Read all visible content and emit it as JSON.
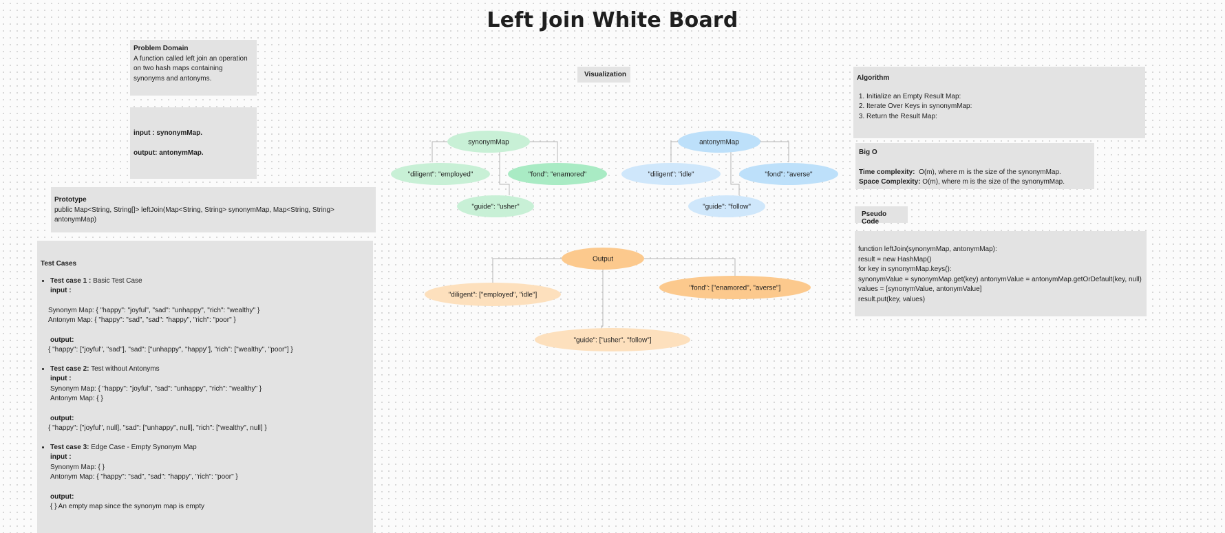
{
  "page_title": "Left Join White Board",
  "problem_domain": {
    "heading": "Problem Domain",
    "lines": [
      "A function called left join an operation",
      "on two hash maps containing",
      "synonyms and antonyms."
    ]
  },
  "io": {
    "input": "input : synonymMap.",
    "output": "output: antonymMap."
  },
  "prototype": {
    "heading": "Prototype",
    "line1": "public Map<String, String[]> leftJoin(Map<String, String> synonymMap, Map<String, String>",
    "line2": "antonymMap)"
  },
  "test_cases": {
    "heading": "Test Cases",
    "cases": [
      {
        "label": "Test case 1 :",
        "name": "Basic Test Case",
        "input_label": "input :",
        "lines": [
          "Synonym Map: { \"happy\": \"joyful\", \"sad\": \"unhappy\", \"rich\": \"wealthy\" }",
          "Antonym Map: { \"happy\": \"sad\", \"sad\": \"happy\", \"rich\": \"poor\" }"
        ],
        "output_label": "output:",
        "output": "{ \"happy\": [\"joyful\", \"sad\"], \"sad\": [\"unhappy\", \"happy\"], \"rich\": [\"wealthy\", \"poor\"] }"
      },
      {
        "label": "Test case 2:",
        "name": "Test without Antonyms",
        "input_label": "input :",
        "lines": [
          "Synonym Map: { \"happy\": \"joyful\", \"sad\": \"unhappy\", \"rich\": \"wealthy\" }",
          "Antonym Map: { }"
        ],
        "output_label": "output:",
        "output": "{ \"happy\": [\"joyful\", null], \"sad\": [\"unhappy\", null], \"rich\": [\"wealthy\", null] }"
      },
      {
        "label": "Test case 3:",
        "name": "Edge Case - Empty Synonym Map",
        "input_label": "input :",
        "lines": [
          "Synonym Map: { }",
          "Antonym Map: { \"happy\": \"sad\", \"sad\": \"happy\", \"rich\": \"poor\" }"
        ],
        "output_label": "output:",
        "output": "{ }  An empty map since the synonym map is empty"
      }
    ]
  },
  "visualization": {
    "label": "Visualization",
    "synonym": {
      "root": "synonymMap",
      "children": [
        "\"diligent\": \"employed\"",
        "\"fond\": \"enamored\"",
        "\"guide\": \"usher\""
      ]
    },
    "antonym": {
      "root": "antonymMap",
      "children": [
        "\"diligent\": \"idle\"",
        "\"fond\": \"averse\"",
        "\"guide\": \"follow\""
      ]
    },
    "output": {
      "root": "Output",
      "children": [
        "\"diligent\": [\"employed\", \"idle\"]",
        "\"fond\": [\"enamored\", \"averse\"]",
        "\"guide\": [\"usher\", \"follow\"]"
      ]
    },
    "colors": {
      "syn_light": "#c8f0d6",
      "syn_dark": "#a9ebc4",
      "ant_light": "#cfe7fb",
      "ant_dark": "#bde0fa",
      "out_light": "#fde0bd",
      "out_dark": "#fcc98d",
      "connector": "#b5b5b5"
    }
  },
  "algorithm": {
    "heading": "Algorithm",
    "steps": [
      "Initialize an Empty Result Map:",
      "Iterate Over Keys in synonymMap:",
      "Return the Result Map:"
    ]
  },
  "big_o": {
    "heading": "Big O",
    "time_label": "Time complexity:",
    "time_value": "O(m), where m is the size of the synonymMap.",
    "space_label": "Space Complexity:",
    "space_value": "O(m), where m is the size of the synonymMap."
  },
  "pseudo_code": {
    "label": "Pseudo Code",
    "lines": [
      "function leftJoin(synonymMap, antonymMap):",
      "result = new HashMap()",
      "for key in synonymMap.keys():",
      "synonymValue = synonymMap.get(key) antonymValue = antonymMap.getOrDefault(key, null)",
      "values = [synonymValue, antonymValue]",
      "result.put(key, values)"
    ]
  }
}
